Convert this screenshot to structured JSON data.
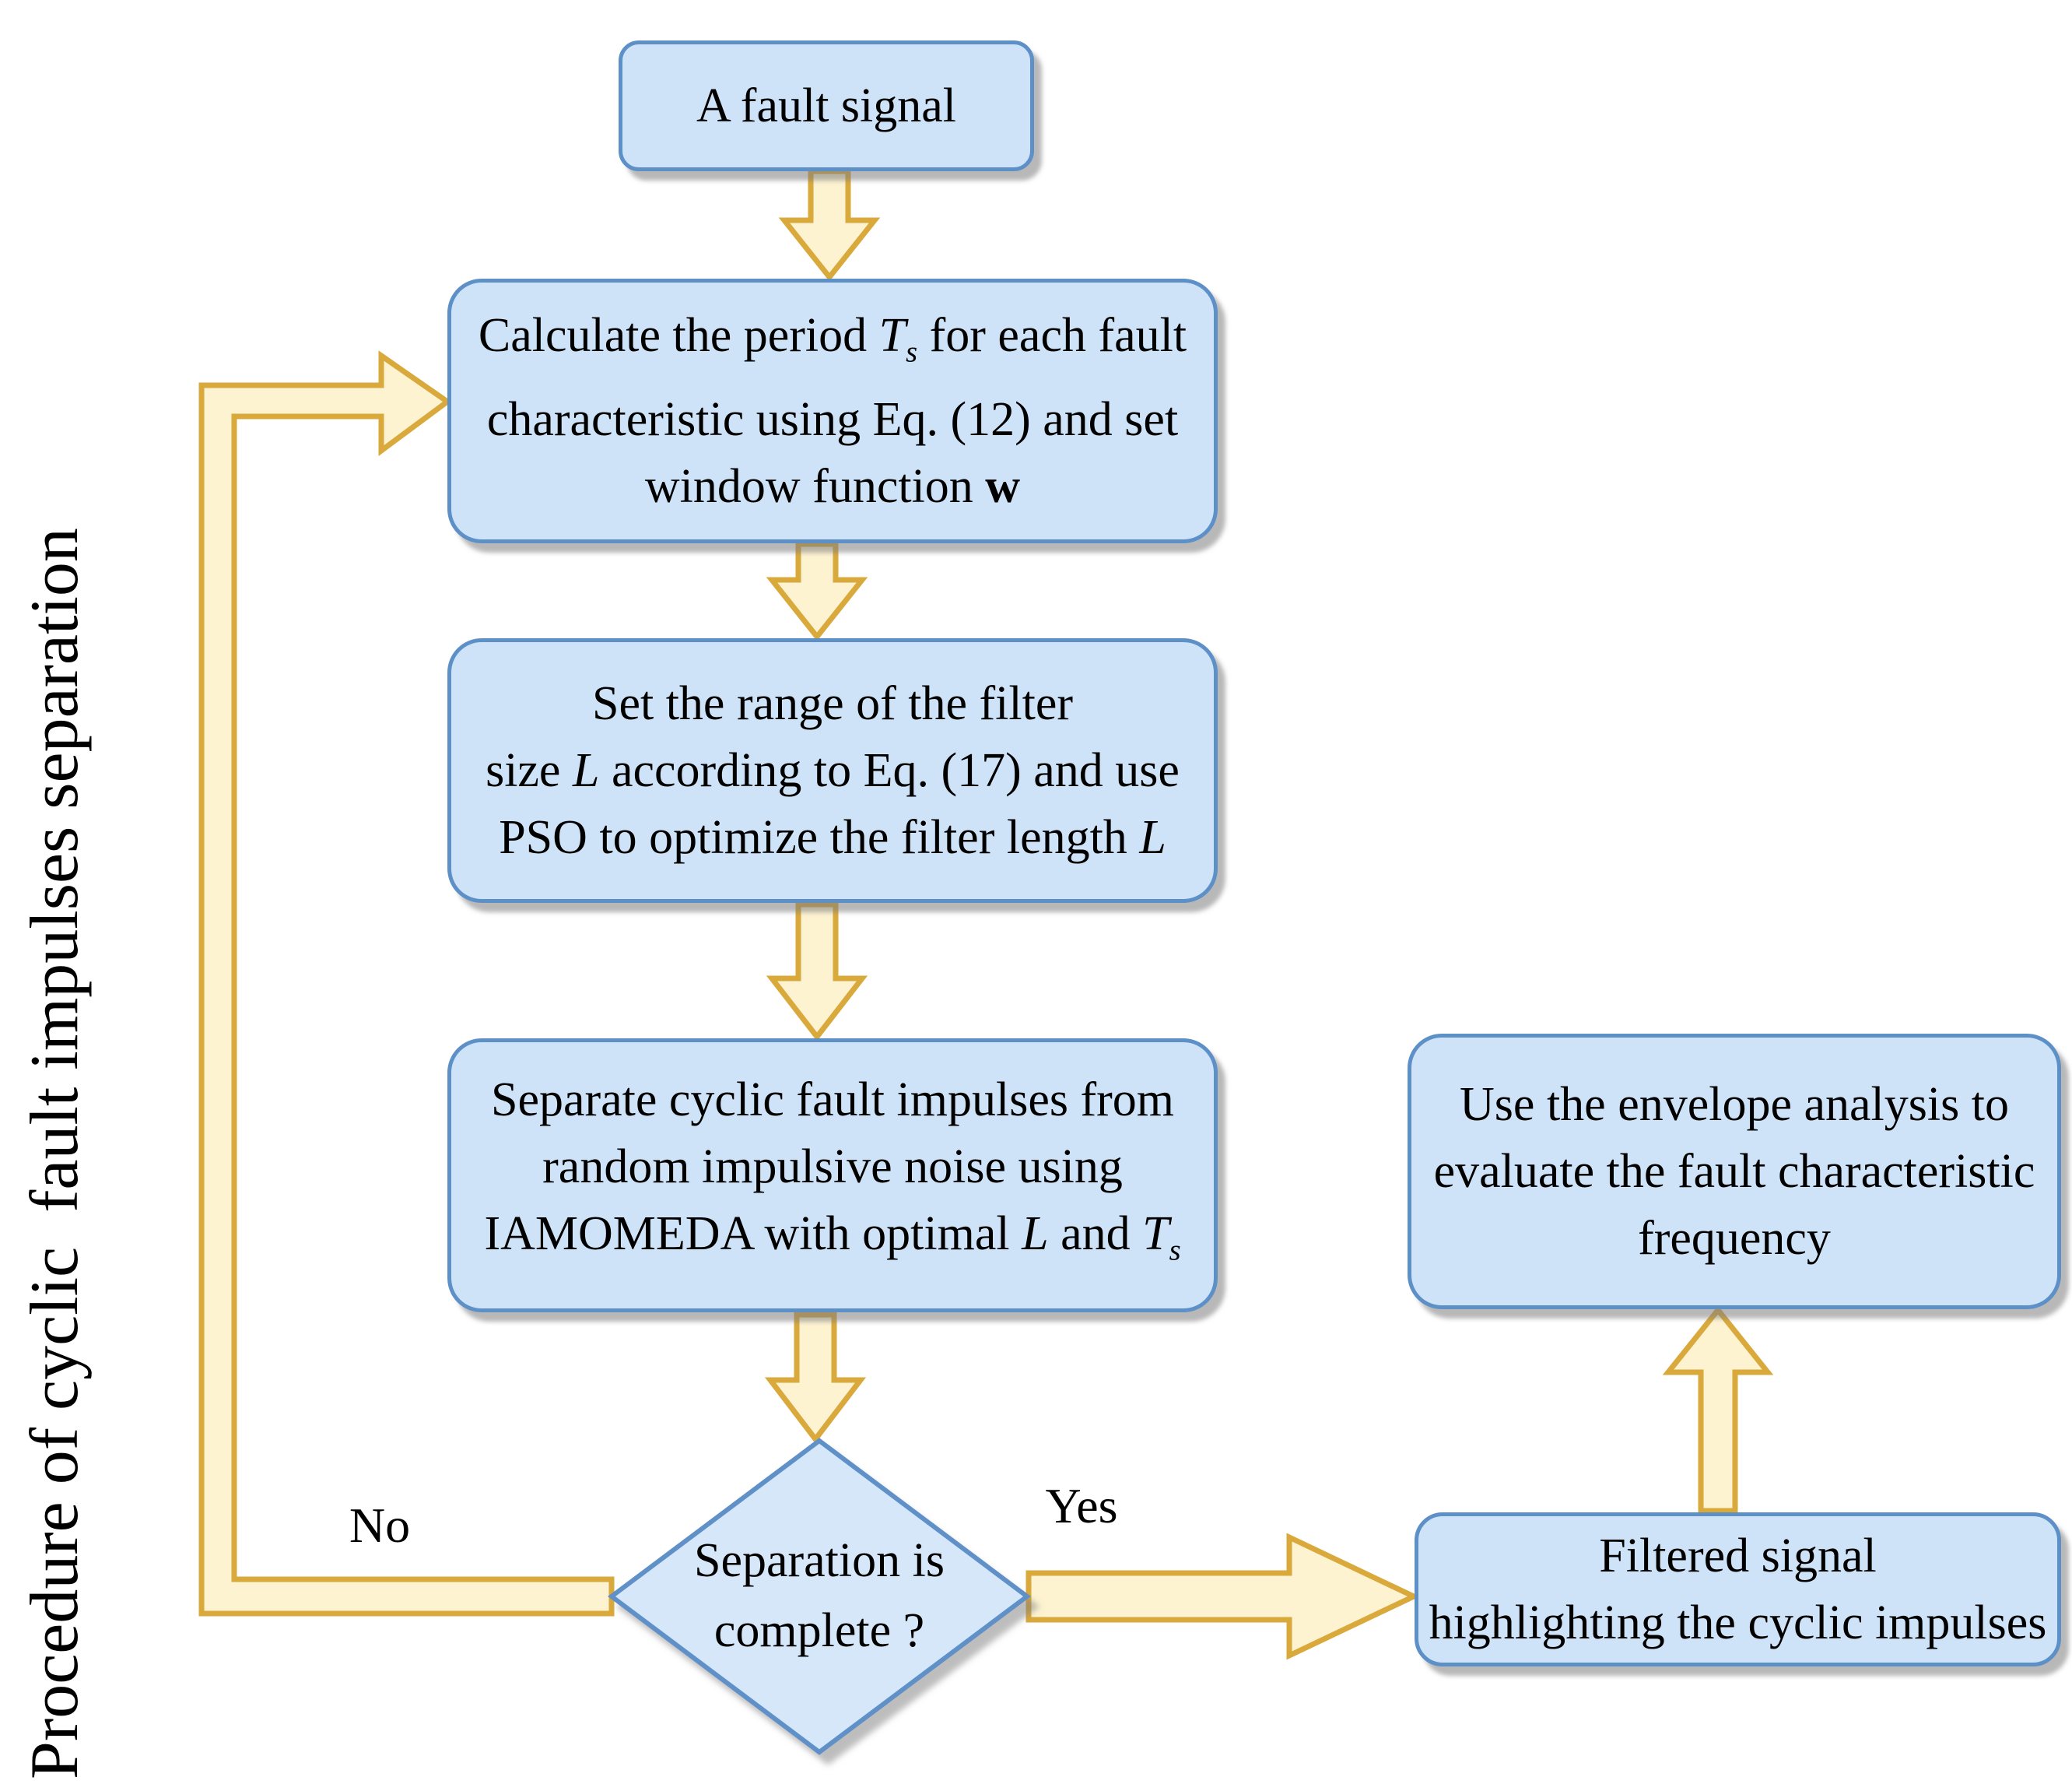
{
  "title": "Procedure of cyclic  fault impulses separation",
  "colors": {
    "node_fill": "#cfe3f8",
    "node_border": "#5e90c8",
    "diamond_fill": "#d5e7f9",
    "arrow_fill": "#fdf3d1",
    "arrow_border": "#d9a93c",
    "text": "#000000",
    "background": "#ffffff"
  },
  "nodes": {
    "fault_signal": {
      "label": "A fault signal"
    },
    "calc_period": {
      "l1a": "Calculate the period ",
      "l1b": "T",
      "l1c": "s",
      "l1d": " for each fault",
      "l2": "characteristic using Eq. (12) and set",
      "l3a": "window function ",
      "l3b": "w"
    },
    "set_range": {
      "l1": "Set the range of the filter",
      "l2a": "size ",
      "l2b": "L",
      "l2c": " according to Eq. (17) and use",
      "l3a": "PSO to optimize the filter length ",
      "l3b": "L"
    },
    "separate": {
      "l1": "Separate cyclic fault impulses from",
      "l2": "random impulsive noise using",
      "l3a": "IAMOMEDA with optimal ",
      "l3b": "L",
      "l3c": " and ",
      "l3d": "T",
      "l3e": "s"
    },
    "decision": {
      "l1": "Separation is",
      "l2": "complete ?"
    },
    "envelope": {
      "l1": "Use the envelope analysis to",
      "l2": "evaluate the fault characteristic",
      "l3": "frequency"
    },
    "filtered": {
      "l1": "Filtered signal",
      "l2": "highlighting the cyclic impulses"
    }
  },
  "labels": {
    "no": "No",
    "yes": "Yes"
  }
}
